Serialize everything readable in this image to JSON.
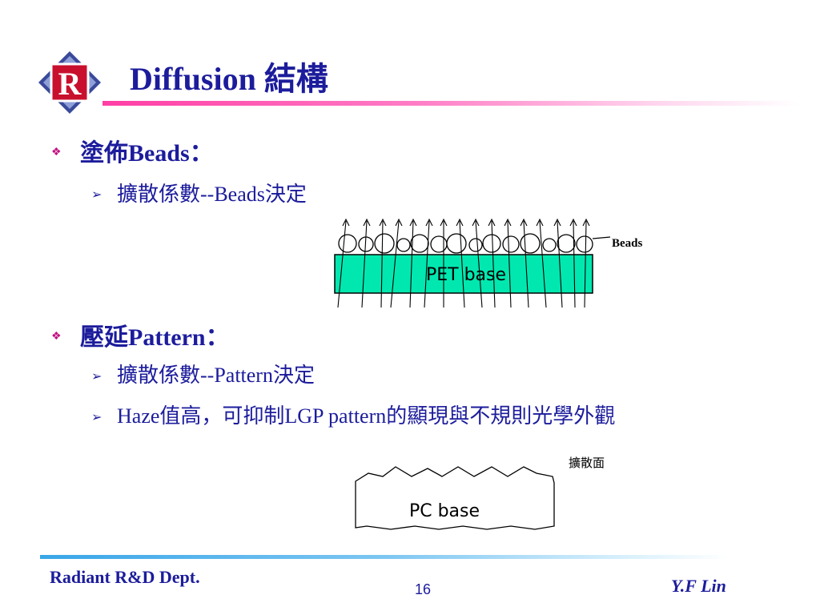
{
  "header": {
    "logo_letter": "R",
    "title": "Diffusion 結構"
  },
  "content": {
    "section1": {
      "label": "塗佈Beads：",
      "items": [
        "擴散係數--Beads決定"
      ]
    },
    "section2": {
      "label": "壓延Pattern：",
      "items": [
        "擴散係數--Pattern決定",
        "Haze值高，可抑制LGP pattern的顯現與不規則光學外觀"
      ]
    }
  },
  "figures": {
    "beads": {
      "layer_label": "PET base",
      "callout": "Beads"
    },
    "pc": {
      "layer_label": "PC base",
      "callout": "擴散面"
    }
  },
  "footer": {
    "left": "Radiant R&D Dept.",
    "page_number": "16",
    "right": "Y.F Lin"
  },
  "colors": {
    "text": "#1c1c9c",
    "title_rule": "#ff3ea5",
    "footer_rule": "#39a6e8",
    "pet_fill": "#00e8b0"
  }
}
